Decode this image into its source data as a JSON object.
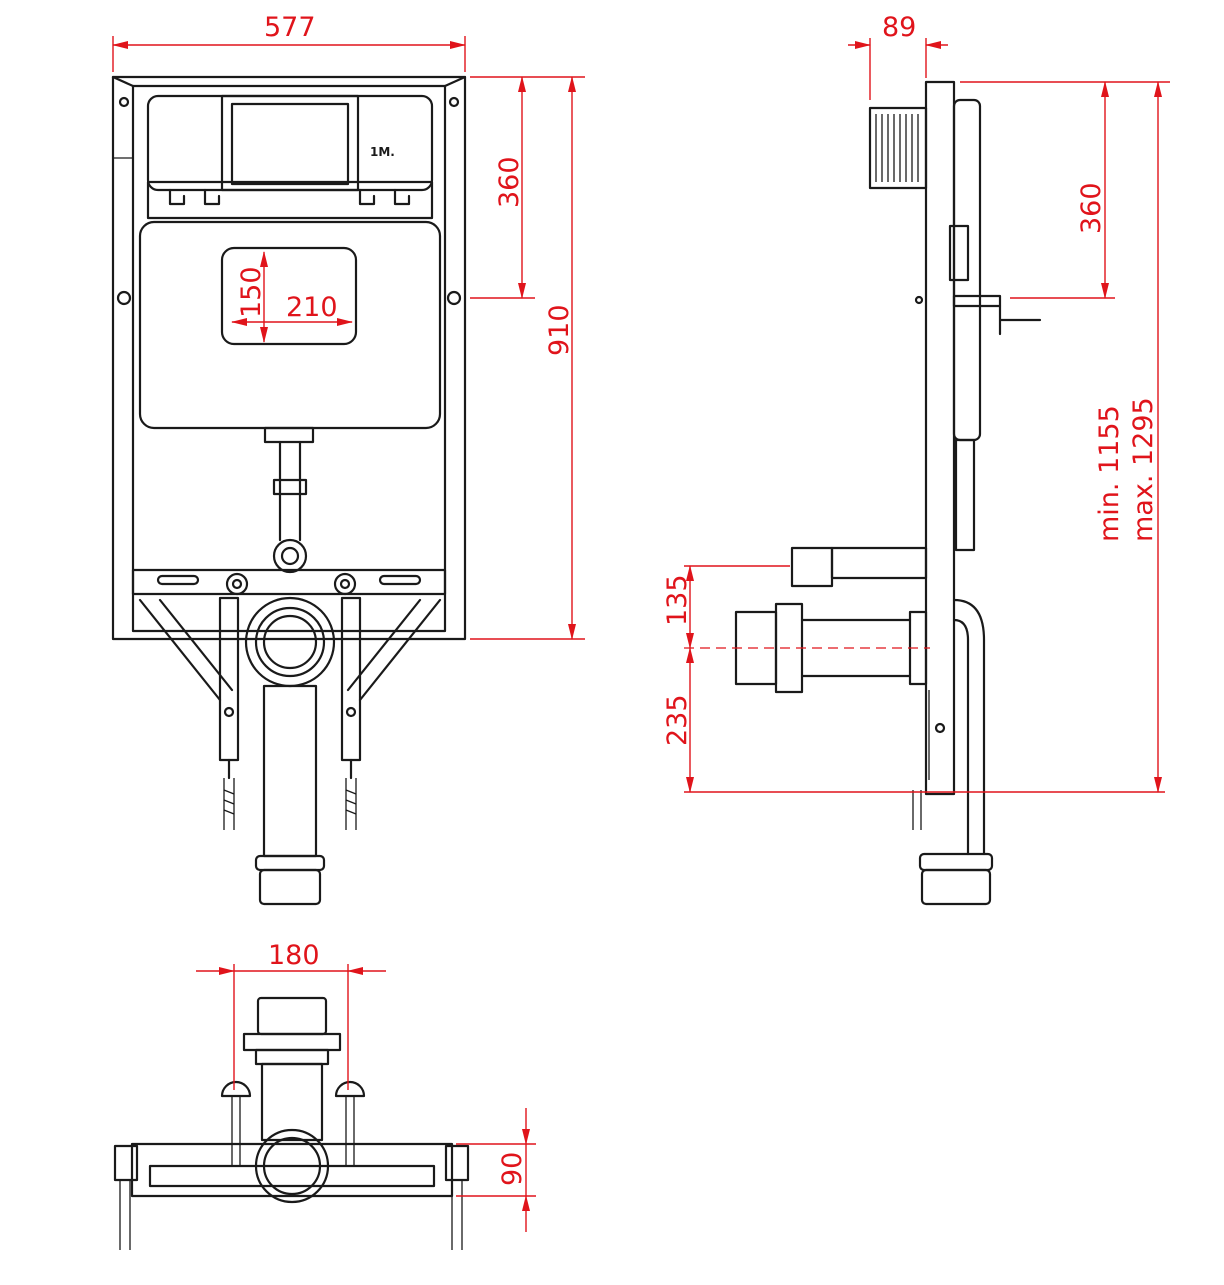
{
  "front_view": {
    "width": "577",
    "height_360": "360",
    "height_910": "910",
    "button_height": "150",
    "button_width": "210",
    "tank_label": "1M."
  },
  "side_view": {
    "depth": "89",
    "height_360": "360",
    "height_min": "min. 1155",
    "height_max": "max. 1295",
    "pipe_offset": "135",
    "pipe_height": "235"
  },
  "bottom_view": {
    "bolt_spacing": "180",
    "depth": "90"
  },
  "colors": {
    "dimension": "#e0141b",
    "outline": "#1a1a1a"
  }
}
